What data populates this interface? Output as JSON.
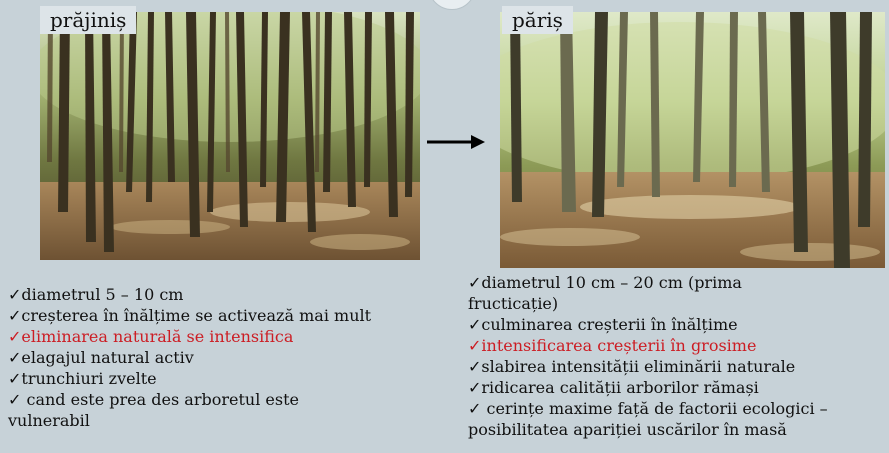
{
  "left_panel": {
    "title": "prăjiniș",
    "photo": "forest-thicket-photo",
    "items": [
      {
        "text": "✓diametrul 5 – 10 cm",
        "highlight": false
      },
      {
        "text": "✓creșterea în înălțime se activează mai mult",
        "highlight": false
      },
      {
        "text": "✓eliminarea naturală se intensifica",
        "highlight": true
      },
      {
        "text": "✓elagajul natural activ",
        "highlight": false
      },
      {
        "text": "✓trunchiuri zvelte",
        "highlight": false
      },
      {
        "text": "✓ cand este prea des arboretul este vulnerabil",
        "highlight": false
      }
    ]
  },
  "right_panel": {
    "title": "păriș",
    "photo": "forest-pole-stand-photo",
    "items": [
      {
        "text": "✓diametrul 10 cm – 20 cm (prima fructicație)",
        "highlight": false
      },
      {
        "text": "✓culminarea creșterii în înălțime",
        "highlight": false
      },
      {
        "text": "✓intensificarea creșterii în grosime",
        "highlight": true
      },
      {
        "text": "✓slabirea intensității eliminării naturale",
        "highlight": false
      },
      {
        "text": "✓ridicarea calității arborilor rămași",
        "highlight": false
      },
      {
        "text": "✓ cerințe maxime față de factorii ecologici – posibilitatea apariției uscărilor în masă",
        "highlight": false
      }
    ]
  },
  "arrow_icon": "right-arrow-icon",
  "colors": {
    "background": "#c7d2d8",
    "highlight": "#cc1d24",
    "text": "#111111"
  }
}
